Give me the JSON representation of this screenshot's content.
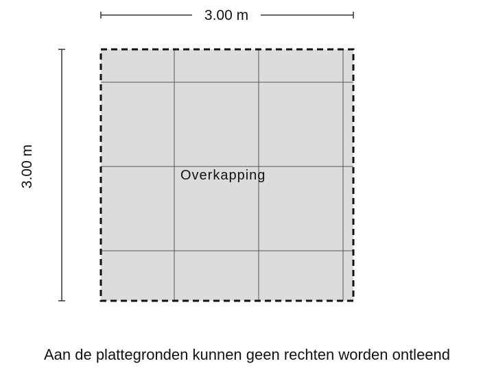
{
  "dimensions": {
    "width_label": "3.00 m",
    "height_label": "3.00 m"
  },
  "rooms": [
    {
      "name": "Overkapping"
    }
  ],
  "colors": {
    "room_fill": "#dcdcdc",
    "wall_dash": "#111111",
    "grid_line": "#555555",
    "dimension_line": "#333333"
  },
  "footer": {
    "disclaimer": "Aan de plattegronden kunnen geen rechten worden ontleend"
  }
}
